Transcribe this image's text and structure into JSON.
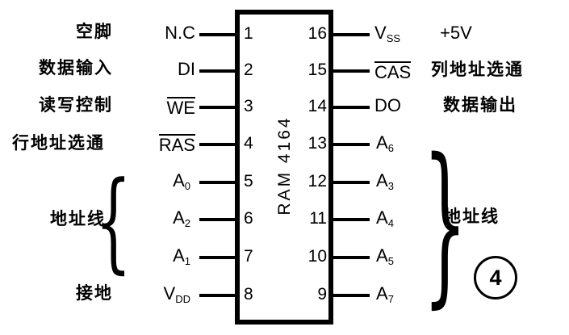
{
  "diagram": {
    "title": "RAM 4164 DIP-16 pinout",
    "chip": {
      "label": "RAM 4164",
      "package_pins": 16
    },
    "figure_number": "4",
    "ink_color": "#000000",
    "background_color": "#ffffff",
    "left_pins": [
      {
        "number": "1",
        "signal": "N.C",
        "overline": false,
        "annotation": "空脚"
      },
      {
        "number": "2",
        "signal": "DI",
        "overline": false,
        "annotation": "数据输入"
      },
      {
        "number": "3",
        "signal": "WE",
        "overline": true,
        "annotation": "读写控制"
      },
      {
        "number": "4",
        "signal": "RAS",
        "overline": true,
        "annotation": "行地址选通"
      },
      {
        "number": "5",
        "signal": "A",
        "subscript": "0",
        "overline": false,
        "annotation": ""
      },
      {
        "number": "6",
        "signal": "A",
        "subscript": "2",
        "overline": false,
        "annotation": ""
      },
      {
        "number": "7",
        "signal": "A",
        "subscript": "1",
        "overline": false,
        "annotation": ""
      },
      {
        "number": "8",
        "signal": "V",
        "subscript": "DD",
        "overline": false,
        "annotation": "接地"
      }
    ],
    "right_pins": [
      {
        "number": "16",
        "signal": "V",
        "subscript": "SS",
        "overline": false,
        "annotation": "+5V"
      },
      {
        "number": "15",
        "signal": "CAS",
        "overline": true,
        "annotation": "列地址选通"
      },
      {
        "number": "14",
        "signal": "DO",
        "overline": false,
        "annotation": "数据输出"
      },
      {
        "number": "13",
        "signal": "A",
        "subscript": "6",
        "overline": false,
        "annotation": ""
      },
      {
        "number": "12",
        "signal": "A",
        "subscript": "3",
        "overline": false,
        "annotation": ""
      },
      {
        "number": "11",
        "signal": "A",
        "subscript": "4",
        "overline": false,
        "annotation": ""
      },
      {
        "number": "10",
        "signal": "A",
        "subscript": "5",
        "overline": false,
        "annotation": ""
      },
      {
        "number": "9",
        "signal": "A",
        "subscript": "7",
        "overline": false,
        "annotation": ""
      }
    ],
    "groups": {
      "left_address_label": "地址线",
      "right_address_label": "地址线"
    }
  }
}
